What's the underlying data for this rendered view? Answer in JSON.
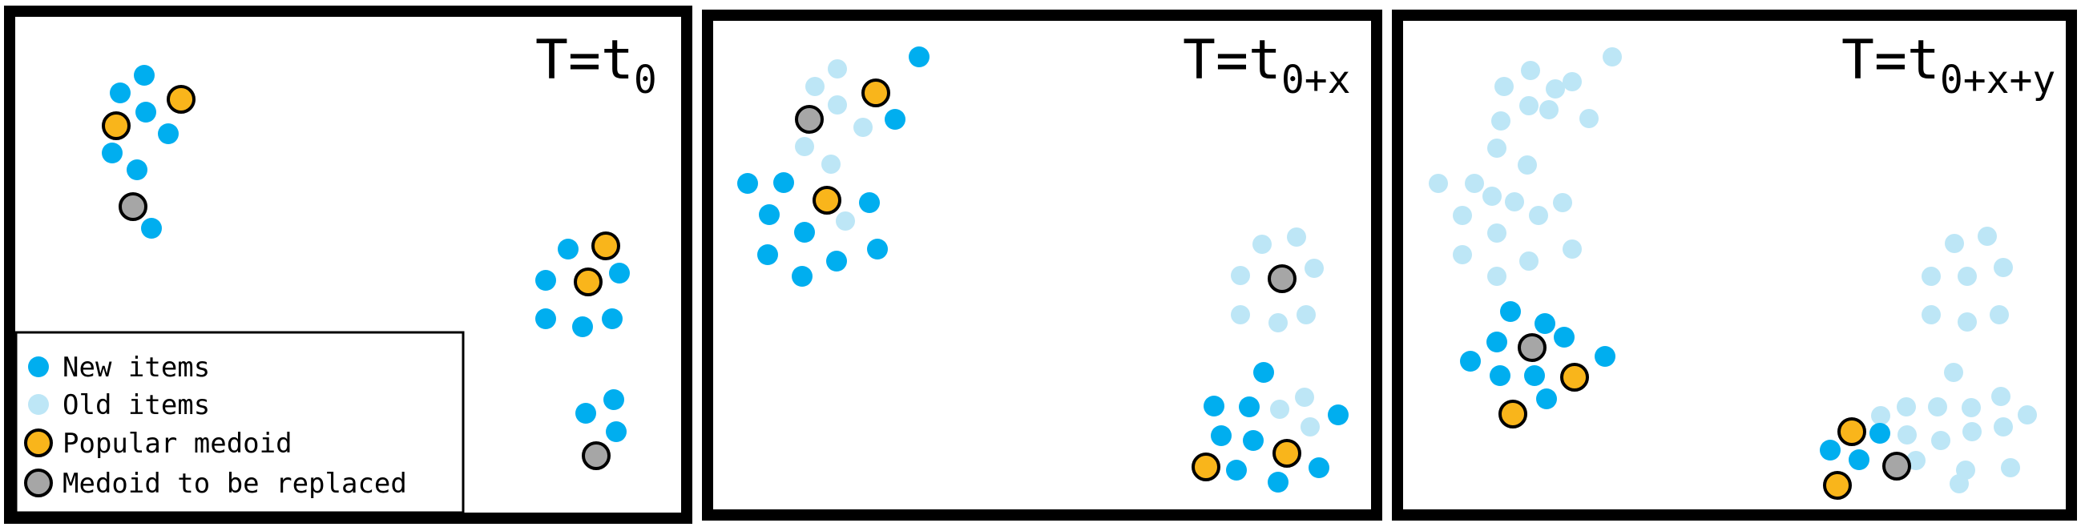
{
  "panels": [
    {
      "title_main": "T=t",
      "title_sub": "0"
    },
    {
      "title_main": "T=t",
      "title_sub": "0+x"
    },
    {
      "title_main": "T=t",
      "title_sub": "0+x+y"
    }
  ],
  "legend": {
    "new_items": "New items",
    "old_items": "Old items",
    "popular_medoid": "Popular medoid",
    "medoid_replaced": "Medoid to be replaced"
  },
  "colors": {
    "new_item": "#00AEEF",
    "old_item": "#BDE6F6",
    "popular_medoid": "#F9B51B",
    "medoid_replaced": "#A6A6A6",
    "outline": "#000000"
  }
}
